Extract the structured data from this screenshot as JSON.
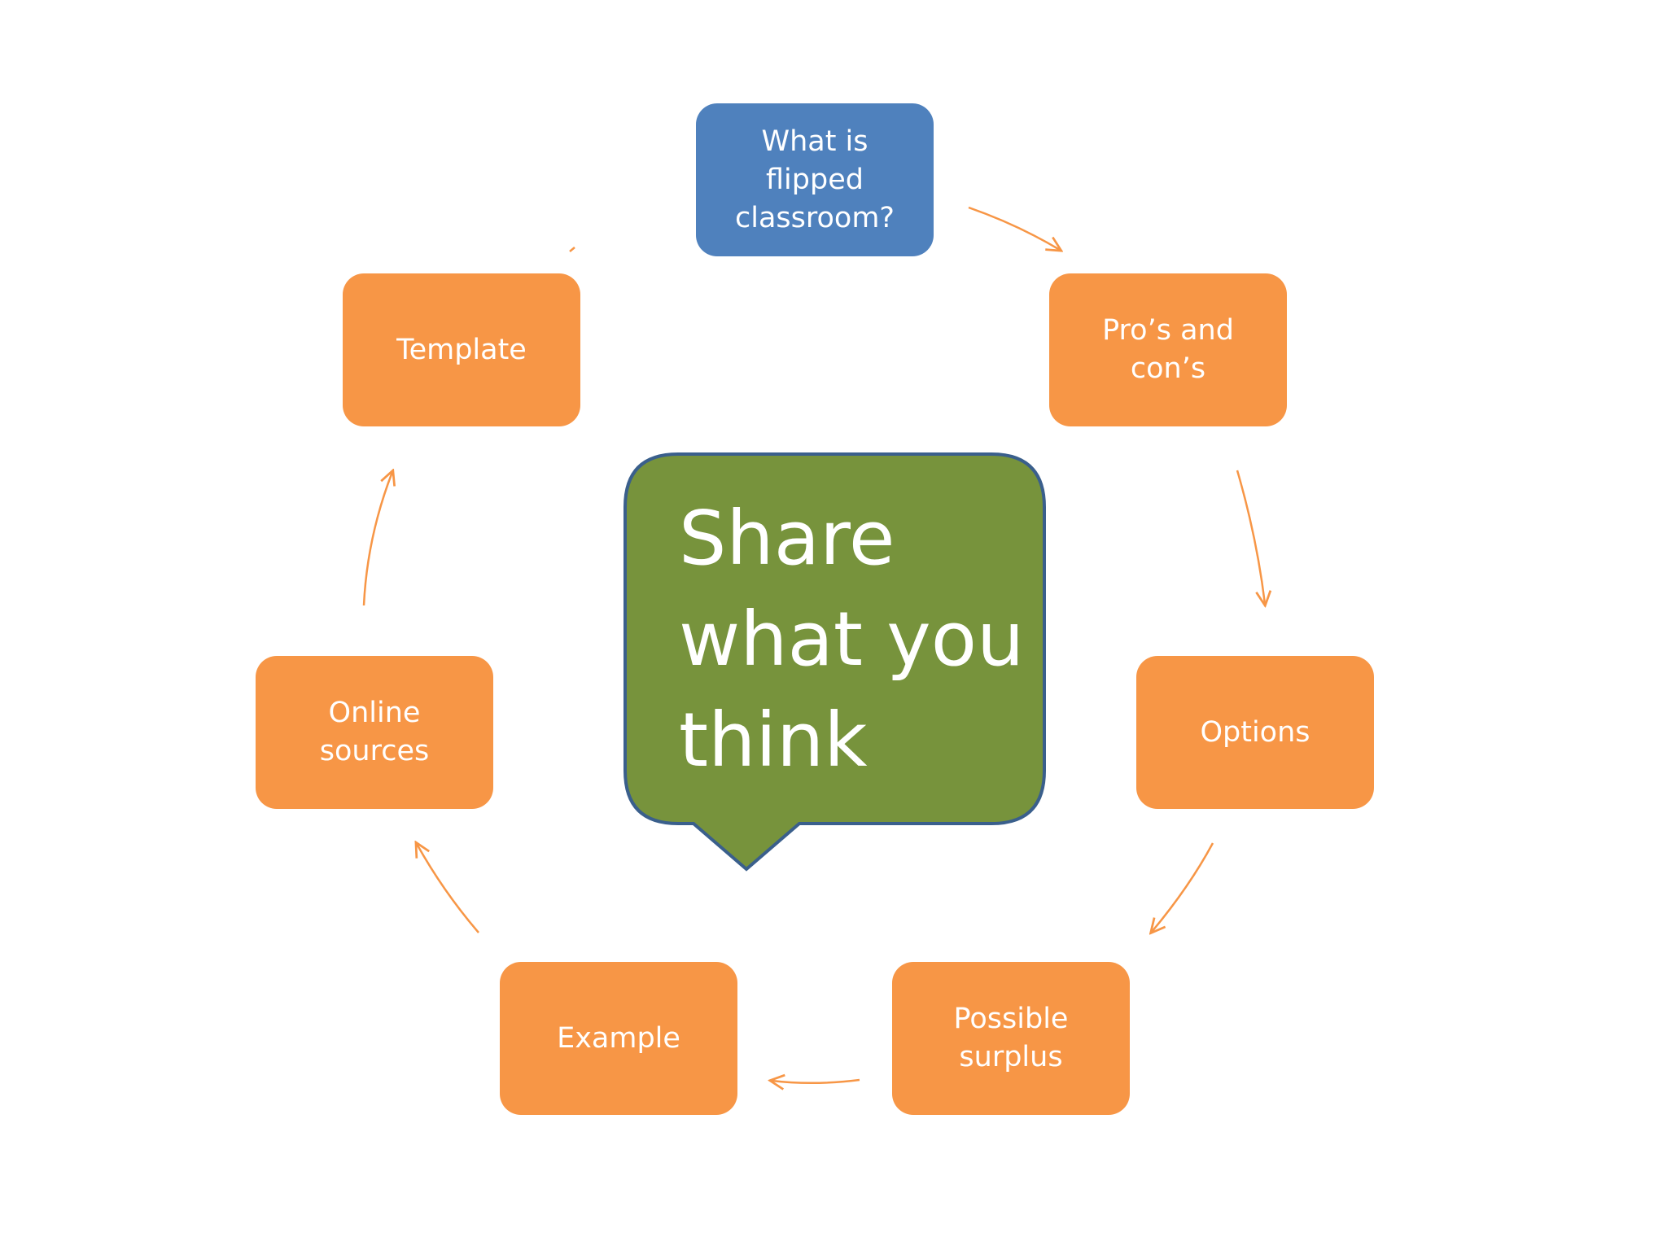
{
  "center": {
    "text": "Share\nwhat you\nthink"
  },
  "nodes": {
    "what": "What is\nflipped\nclassroom?",
    "pros": "Pro’s and\ncon’s",
    "options": "Options",
    "surplus": "Possible\nsurplus",
    "example": "Example",
    "online": "Online\nsources",
    "template": "Template"
  },
  "colors": {
    "node_orange": "#f79646",
    "node_blue": "#4f81bd",
    "bubble_fill": "#77933c",
    "bubble_border": "#3a5f8c",
    "arrow": "#f79646"
  }
}
